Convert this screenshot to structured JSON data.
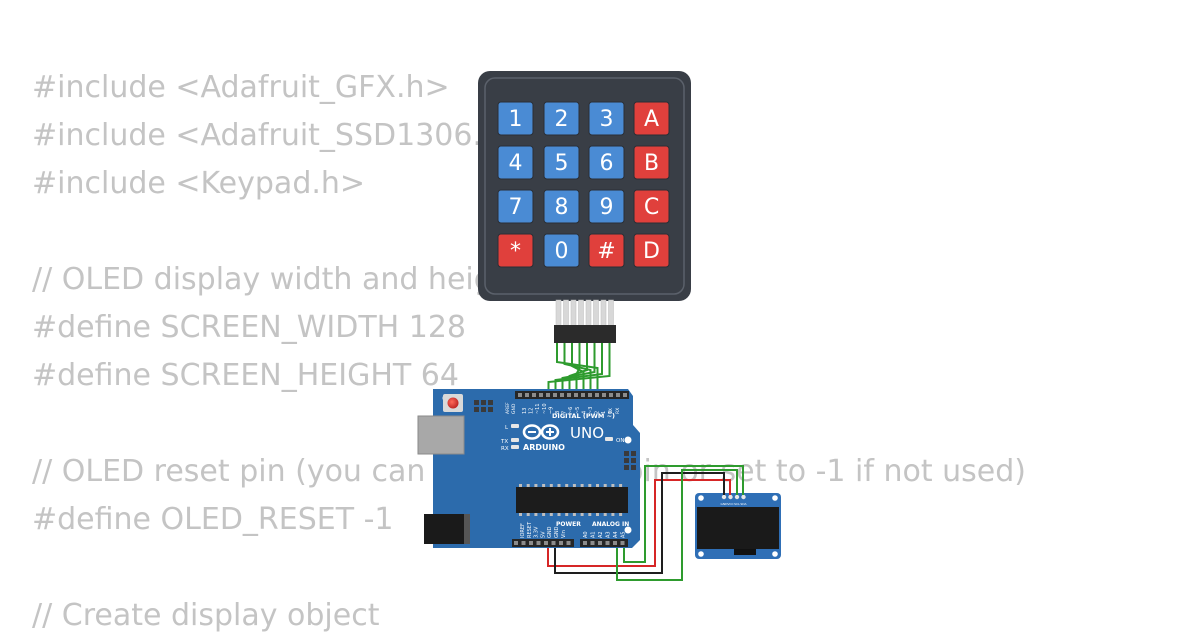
{
  "code_lines": [
    "#include <Adafruit_GFX.h>",
    "#include <Adafruit_SSD1306.h>",
    "#include <Keypad.h>",
    "",
    "// OLED display width and height",
    "#define SCREEN_WIDTH 128",
    "#define SCREEN_HEIGHT 64",
    "",
    "// OLED reset pin (you can use another pin or set to -1 if not used)",
    "#define OLED_RESET -1",
    "",
    "// Create display object"
  ],
  "keypad": {
    "keys": [
      {
        "label": "1",
        "kind": "digit"
      },
      {
        "label": "2",
        "kind": "digit"
      },
      {
        "label": "3",
        "kind": "digit"
      },
      {
        "label": "A",
        "kind": "letter"
      },
      {
        "label": "4",
        "kind": "digit"
      },
      {
        "label": "5",
        "kind": "digit"
      },
      {
        "label": "6",
        "kind": "digit"
      },
      {
        "label": "B",
        "kind": "letter"
      },
      {
        "label": "7",
        "kind": "digit"
      },
      {
        "label": "8",
        "kind": "digit"
      },
      {
        "label": "9",
        "kind": "digit"
      },
      {
        "label": "C",
        "kind": "letter"
      },
      {
        "label": "*",
        "kind": "letter"
      },
      {
        "label": "0",
        "kind": "digit"
      },
      {
        "label": "#",
        "kind": "letter"
      },
      {
        "label": "D",
        "kind": "letter"
      }
    ]
  },
  "arduino": {
    "model_label": "UNO",
    "brand_label": "ARDUINO",
    "digital_label": "DIGITAL (PWM ~)",
    "on_label": "ON",
    "power_label": "POWER",
    "analog_label": "ANALOG IN",
    "led_l_label": "L",
    "led_tx_label": "TX",
    "led_rx_label": "RX",
    "aref_label": "AREF",
    "gnd_label": "GND",
    "tx_pin_label": "TX",
    "rx_pin_label": "RX",
    "digital_pins": [
      "13",
      "12",
      "~11",
      "~10",
      "~9",
      "8",
      "7",
      "~6",
      "~5",
      "4",
      "~3",
      "2",
      "1",
      "0"
    ],
    "power_pins": [
      "IOREF",
      "RESET",
      "3.3V",
      "5V",
      "GND",
      "GND",
      "Vin"
    ],
    "analog_pins": [
      "A0",
      "A1",
      "A2",
      "A3",
      "A4",
      "A5"
    ]
  },
  "oled": {
    "pins": [
      "GND",
      "VCC",
      "SCL",
      "SDA"
    ]
  },
  "colors": {
    "code_text": "#c4c4c4",
    "keypad_body": "#393e46",
    "key_digit": "#4a8bd4",
    "key_letter": "#e0403c",
    "board": "#2c6bac",
    "wire_green": "#2e9b2e",
    "wire_red": "#d62626",
    "wire_black": "#1e1e1e"
  }
}
